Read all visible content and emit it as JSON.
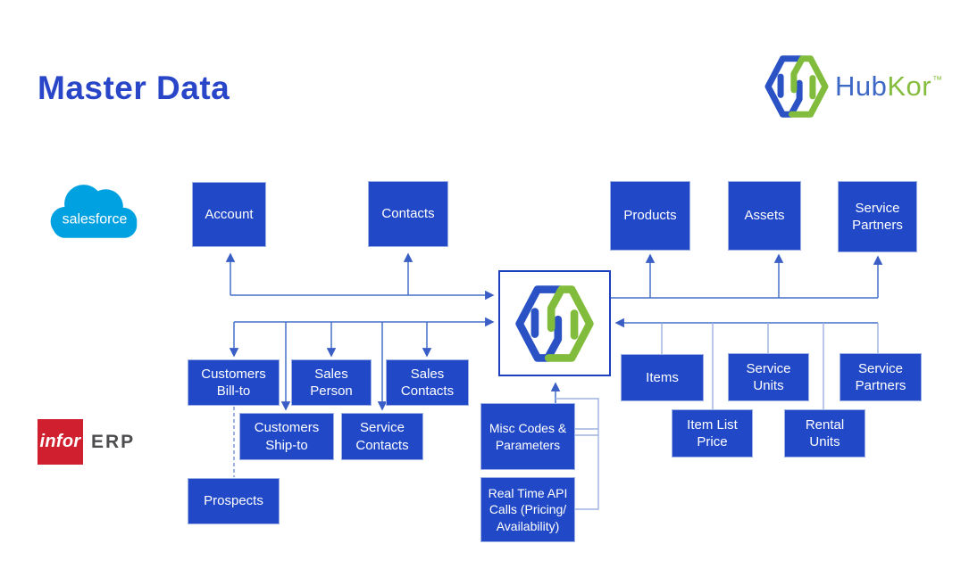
{
  "title": "Master Data",
  "brand": {
    "hub": "Hub",
    "kor": "Kor",
    "tm": "™"
  },
  "salesforce": {
    "label": "salesforce"
  },
  "infor": {
    "logo": "infor",
    "erp": "ERP"
  },
  "nodes": {
    "account": {
      "label": "Account"
    },
    "contacts": {
      "label": "Contacts"
    },
    "products": {
      "label": "Products"
    },
    "assets": {
      "label": "Assets"
    },
    "service_partners_top": {
      "label": "Service\nPartners"
    },
    "customers_billto": {
      "label": "Customers\nBill-to"
    },
    "sales_person": {
      "label": "Sales\nPerson"
    },
    "sales_contacts": {
      "label": "Sales\nContacts"
    },
    "customers_shipto": {
      "label": "Customers\nShip-to"
    },
    "service_contacts": {
      "label": "Service\nContacts"
    },
    "prospects": {
      "label": "Prospects"
    },
    "misc_codes": {
      "label": "Misc Codes &\nParameters"
    },
    "realtime_api": {
      "label": "Real Time API\nCalls (Pricing/\nAvailability)"
    },
    "items": {
      "label": "Items"
    },
    "service_units": {
      "label": "Service\nUnits"
    },
    "service_partners_bottom": {
      "label": "Service\nPartners"
    },
    "item_list_price": {
      "label": "Item List\nPrice"
    },
    "rental_units": {
      "label": "Rental\nUnits"
    }
  },
  "colors": {
    "box_blue": "#2148c6",
    "connector": "#4470c8",
    "connector_light": "#9db2e0",
    "title_blue": "#2946c8",
    "salesforce_blue": "#00a1e0",
    "infor_red": "#d01f2f",
    "logo_blue": "#2a52c5",
    "logo_green": "#82bc3d",
    "erp_gray": "#4d4d4f"
  }
}
